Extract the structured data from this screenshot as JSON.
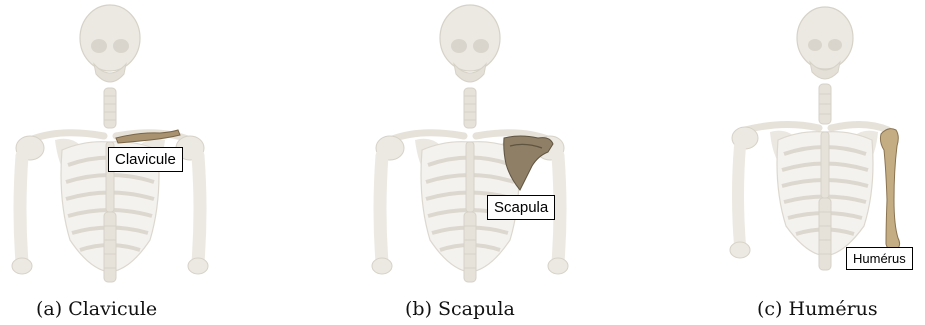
{
  "figures": [
    {
      "label": "Clavicule",
      "caption": "(a) Clavicule",
      "highlight_bone": "clavicle",
      "highlight_color": "#a89270"
    },
    {
      "label": "Scapula",
      "caption": "(b) Scapula",
      "highlight_bone": "scapula",
      "highlight_color": "#8e7f66"
    },
    {
      "label": "Humérus",
      "caption": "(c) Humérus",
      "highlight_bone": "humerus",
      "highlight_color": "#c4ad82"
    }
  ],
  "colors": {
    "bone": "#ece9e2",
    "bone_outline": "#d6d2c8",
    "background": "#ffffff"
  }
}
